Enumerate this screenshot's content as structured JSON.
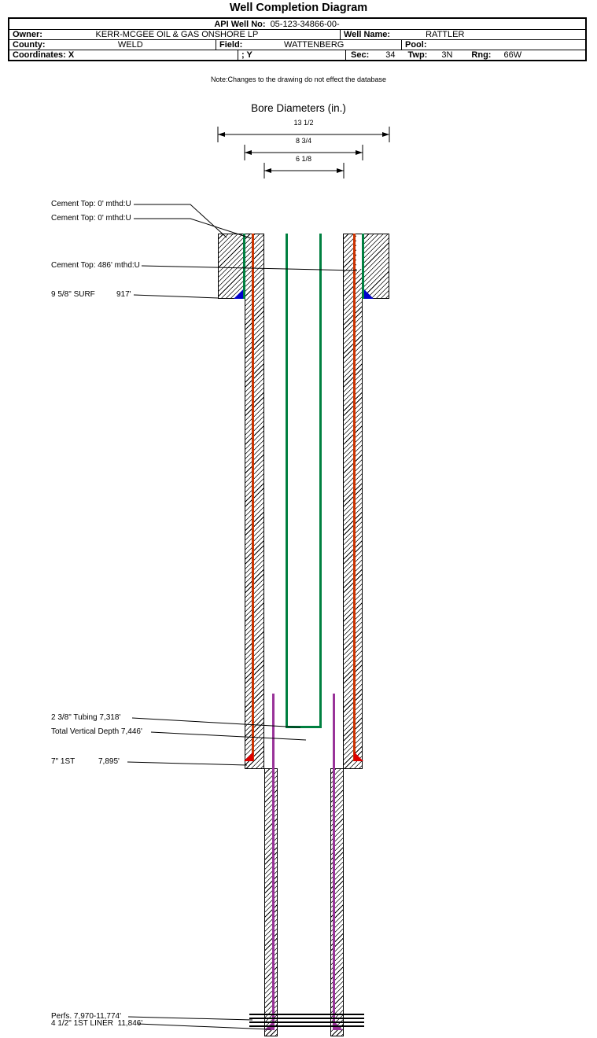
{
  "title": "Well Completion Diagram",
  "table": {
    "api_label": "API Well No:",
    "api_value": "05-123-34866-00-",
    "owner_label": "Owner:",
    "owner_value": "KERR-MCGEE OIL & GAS ONSHORE LP",
    "well_name_label": "Well Name:",
    "well_name_value": "RATTLER",
    "county_label": "County:",
    "county_value": "WELD",
    "field_label": "Field:",
    "field_value": "WATTENBERG",
    "pool_label": "Pool:",
    "pool_value": "",
    "coordinates_label": "Coordinates: X",
    "coordinates_y_label": "; Y",
    "sec_label": "Sec:",
    "sec_value": "34",
    "twp_label": "Twp:",
    "twp_value": "3N",
    "rng_label": "Rng:",
    "rng_value": "66W"
  },
  "note": "Note:Changes to the drawing do not effect the database",
  "bore": {
    "title": "Bore Diameters (in.)",
    "values": [
      "13 1/2",
      "8 3/4",
      "6 1/8"
    ]
  },
  "labels": {
    "cement_top_1": "Cement Top: 0' mthd:U",
    "cement_top_2": "Cement Top: 0' mthd:U",
    "cement_top_3": "Cement Top: 486' mthd:U",
    "surf_name": "9 5/8\" SURF",
    "surf_depth": "917'",
    "tubing": "2 3/8\" Tubing 7,318'",
    "tvd": "Total Vertical Depth 7,446'",
    "first_name": "7\" 1ST",
    "first_depth": "7,895'",
    "perfs": "Perfs. 7,970-11,774'",
    "liner": "4 1/2\" 1ST LINER  11,846'"
  },
  "colors": {
    "surface_casing_green": "#008040",
    "production_casing_orange": "#cc3300",
    "tubing_green": "#008040",
    "liner_purple": "#993399",
    "shoe_blue": "#0000cc",
    "shoe_red": "#dd0000"
  }
}
